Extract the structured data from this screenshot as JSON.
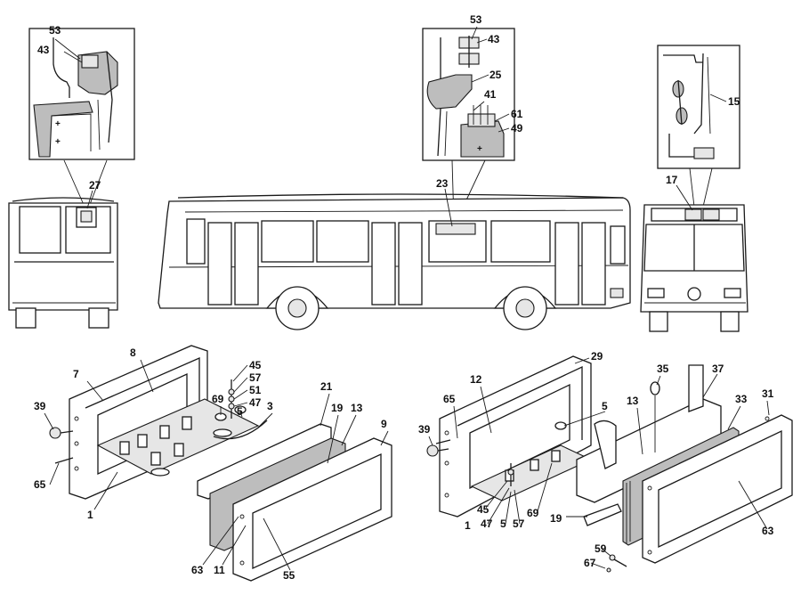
{
  "callouts": {
    "c1": "1",
    "c3": "3",
    "c5": "5",
    "c5b": "5",
    "c5c": "5",
    "c7": "7",
    "c8": "8",
    "c9": "9",
    "c11": "11",
    "c12": "12",
    "c13": "13",
    "c13b": "13",
    "c15": "15",
    "c17": "17",
    "c19": "19",
    "c19b": "19",
    "c21": "21",
    "c23": "23",
    "c25": "25",
    "c27": "27",
    "c29": "29",
    "c31": "31",
    "c33": "33",
    "c35": "35",
    "c37": "37",
    "c39": "39",
    "c39b": "39",
    "c41": "41",
    "c43": "43",
    "c43b": "43",
    "c45": "45",
    "c45b": "45",
    "c47": "47",
    "c47b": "47",
    "c49": "49",
    "c51": "51",
    "c53": "53",
    "c53b": "53",
    "c55": "55",
    "c57": "57",
    "c57b": "57",
    "c59": "59",
    "c61": "61",
    "c63": "63",
    "c63b": "63",
    "c65": "65",
    "c65b": "65",
    "c67": "67",
    "c69": "69",
    "c69b": "69"
  }
}
